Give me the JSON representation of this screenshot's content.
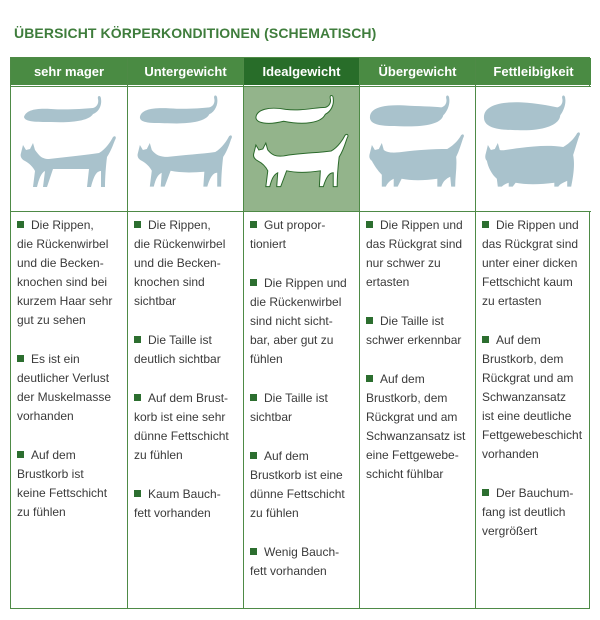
{
  "title": "ÜBERSICHT KÖRPERKONDITIONEN (SCHEMATISCH)",
  "colors": {
    "header": "#4a8b43",
    "header_ideal": "#286d29",
    "ideal_bg": "#93b48b",
    "cat": "#a9c2cc",
    "bullet": "#2c6e2f"
  },
  "columns": [
    {
      "label": "sehr mager",
      "items": [
        "Die Rippen,\ndie Rückenwirbel\nund die Becken-\nknochen sind bei\nkurzem Haar sehr\ngut zu sehen",
        "Es ist ein\ndeutlicher Verlust\nder Muskelmasse\nvorhanden",
        "Auf dem\nBrustkorb ist\nkeine Fettschicht\nzu fühlen"
      ]
    },
    {
      "label": "Untergewicht",
      "items": [
        "Die Rippen,\ndie Rückenwirbel\nund die Becken-\nknochen sind\nsichtbar",
        "Die Taille ist\ndeutlich sichtbar",
        "Auf dem Brust-\nkorb ist eine sehr\ndünne Fettschicht\nzu fühlen",
        "Kaum Bauch-\nfett vorhanden"
      ]
    },
    {
      "label": "Idealgewicht",
      "items": [
        "Gut propor-\ntioniert",
        "Die Rippen und\ndie Rückenwirbel\nsind nicht sicht-\nbar, aber gut zu\nfühlen",
        "Die Taille ist\nsichtbar",
        "Auf dem\nBrustkorb ist eine\ndünne Fettschicht\nzu fühlen",
        "Wenig Bauch-\nfett vorhanden"
      ]
    },
    {
      "label": "Übergewicht",
      "items": [
        "Die Rippen und\ndas Rückgrat sind\nnur schwer zu\nertasten",
        "Die Taille ist\nschwer erkennbar",
        "Auf dem\nBrustkorb, dem\nRückgrat und am\nSchwanzansatz ist\neine Fettgewebe-\nschicht fühlbar"
      ]
    },
    {
      "label": "Fettleibigkeit",
      "items": [
        "Die Rippen und\ndas Rückgrat sind\nunter einer dicken\nFettschicht kaum\nzu ertasten",
        "Auf dem\nBrustkorb, dem\nRückgrat und am\nSchwanzansatz\nist eine deutliche\nFettgewebeschicht\nvorhanden",
        "Der Bauchum-\nfang ist deutlich\nvergrößert"
      ]
    }
  ]
}
